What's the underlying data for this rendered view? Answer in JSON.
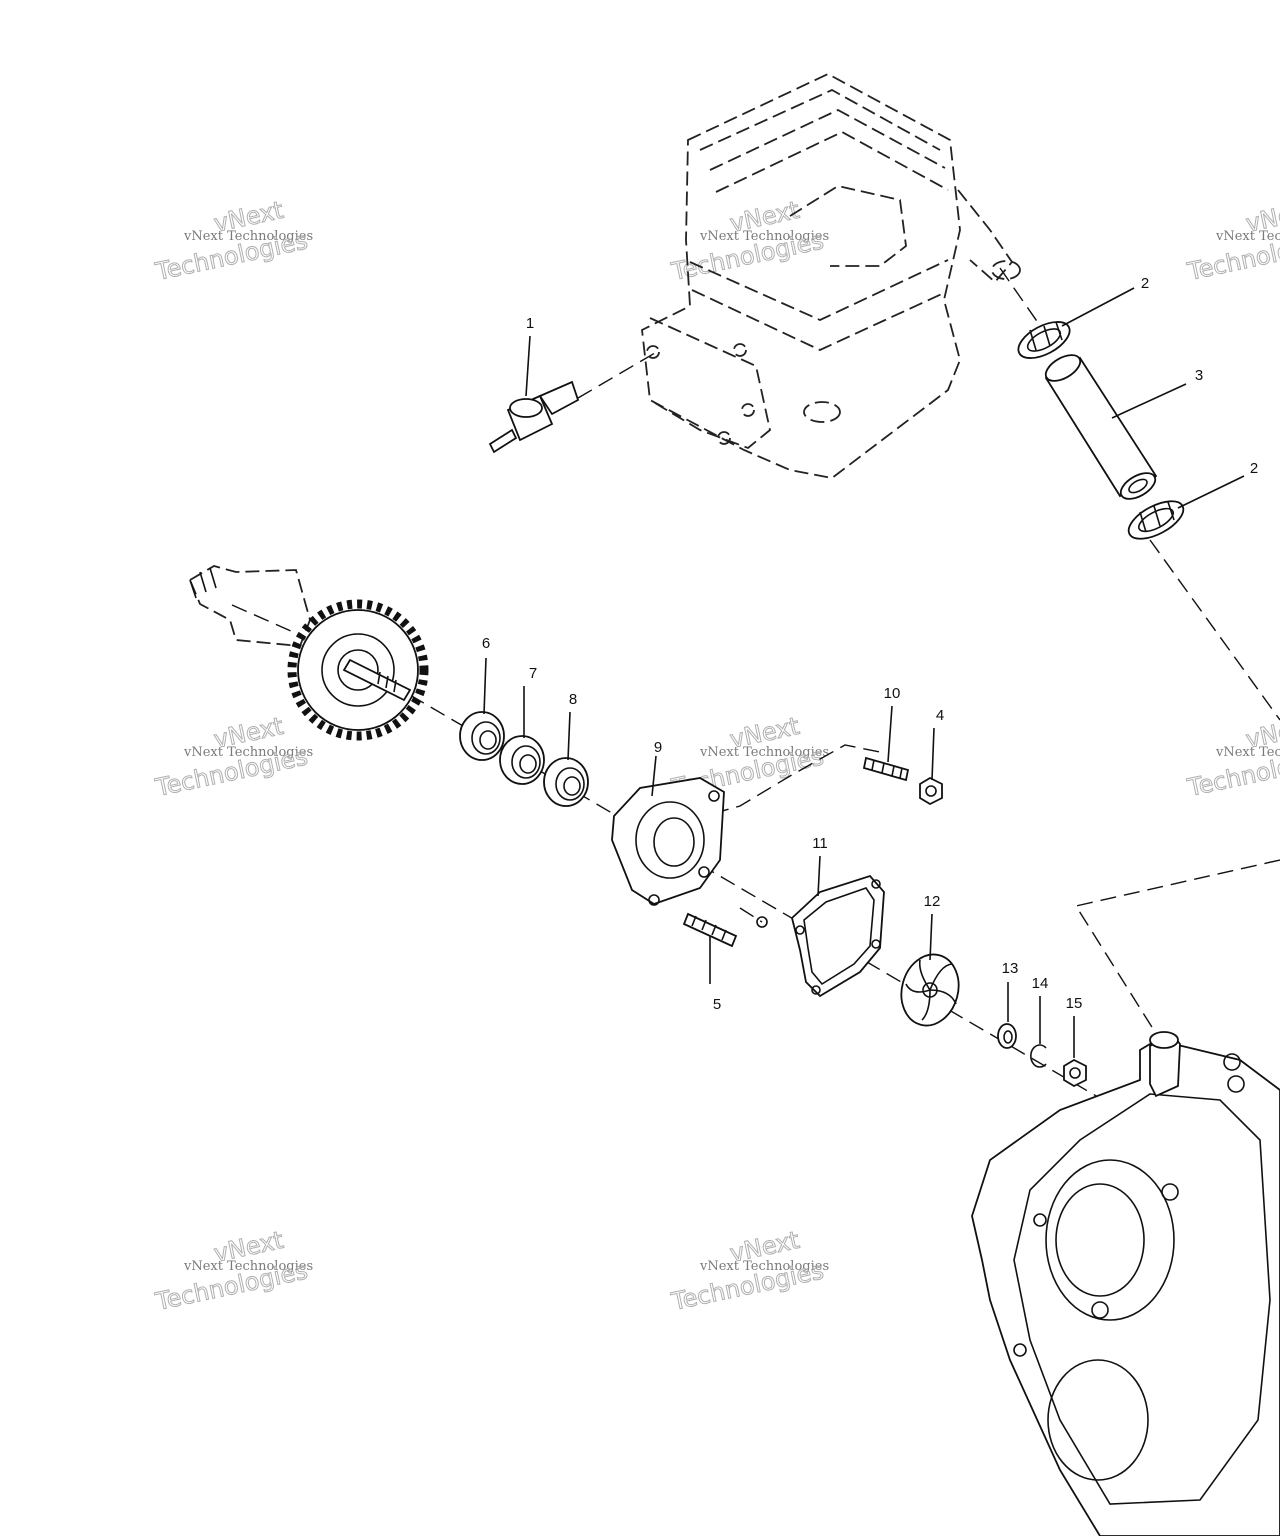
{
  "callouts": [
    {
      "id": "c1",
      "label": "1"
    },
    {
      "id": "c2a",
      "label": "2"
    },
    {
      "id": "c3",
      "label": "3"
    },
    {
      "id": "c2b",
      "label": "2"
    },
    {
      "id": "c6",
      "label": "6"
    },
    {
      "id": "c7",
      "label": "7"
    },
    {
      "id": "c8",
      "label": "8"
    },
    {
      "id": "c9",
      "label": "9"
    },
    {
      "id": "c10",
      "label": "10"
    },
    {
      "id": "c4",
      "label": "4"
    },
    {
      "id": "c11",
      "label": "11"
    },
    {
      "id": "c12",
      "label": "12"
    },
    {
      "id": "c5",
      "label": "5"
    },
    {
      "id": "c13",
      "label": "13"
    },
    {
      "id": "c14",
      "label": "14"
    },
    {
      "id": "c15",
      "label": "15"
    }
  ],
  "watermark": {
    "line1": "vNext Technologies",
    "line2": "vNext",
    "line3": "Technologies"
  }
}
